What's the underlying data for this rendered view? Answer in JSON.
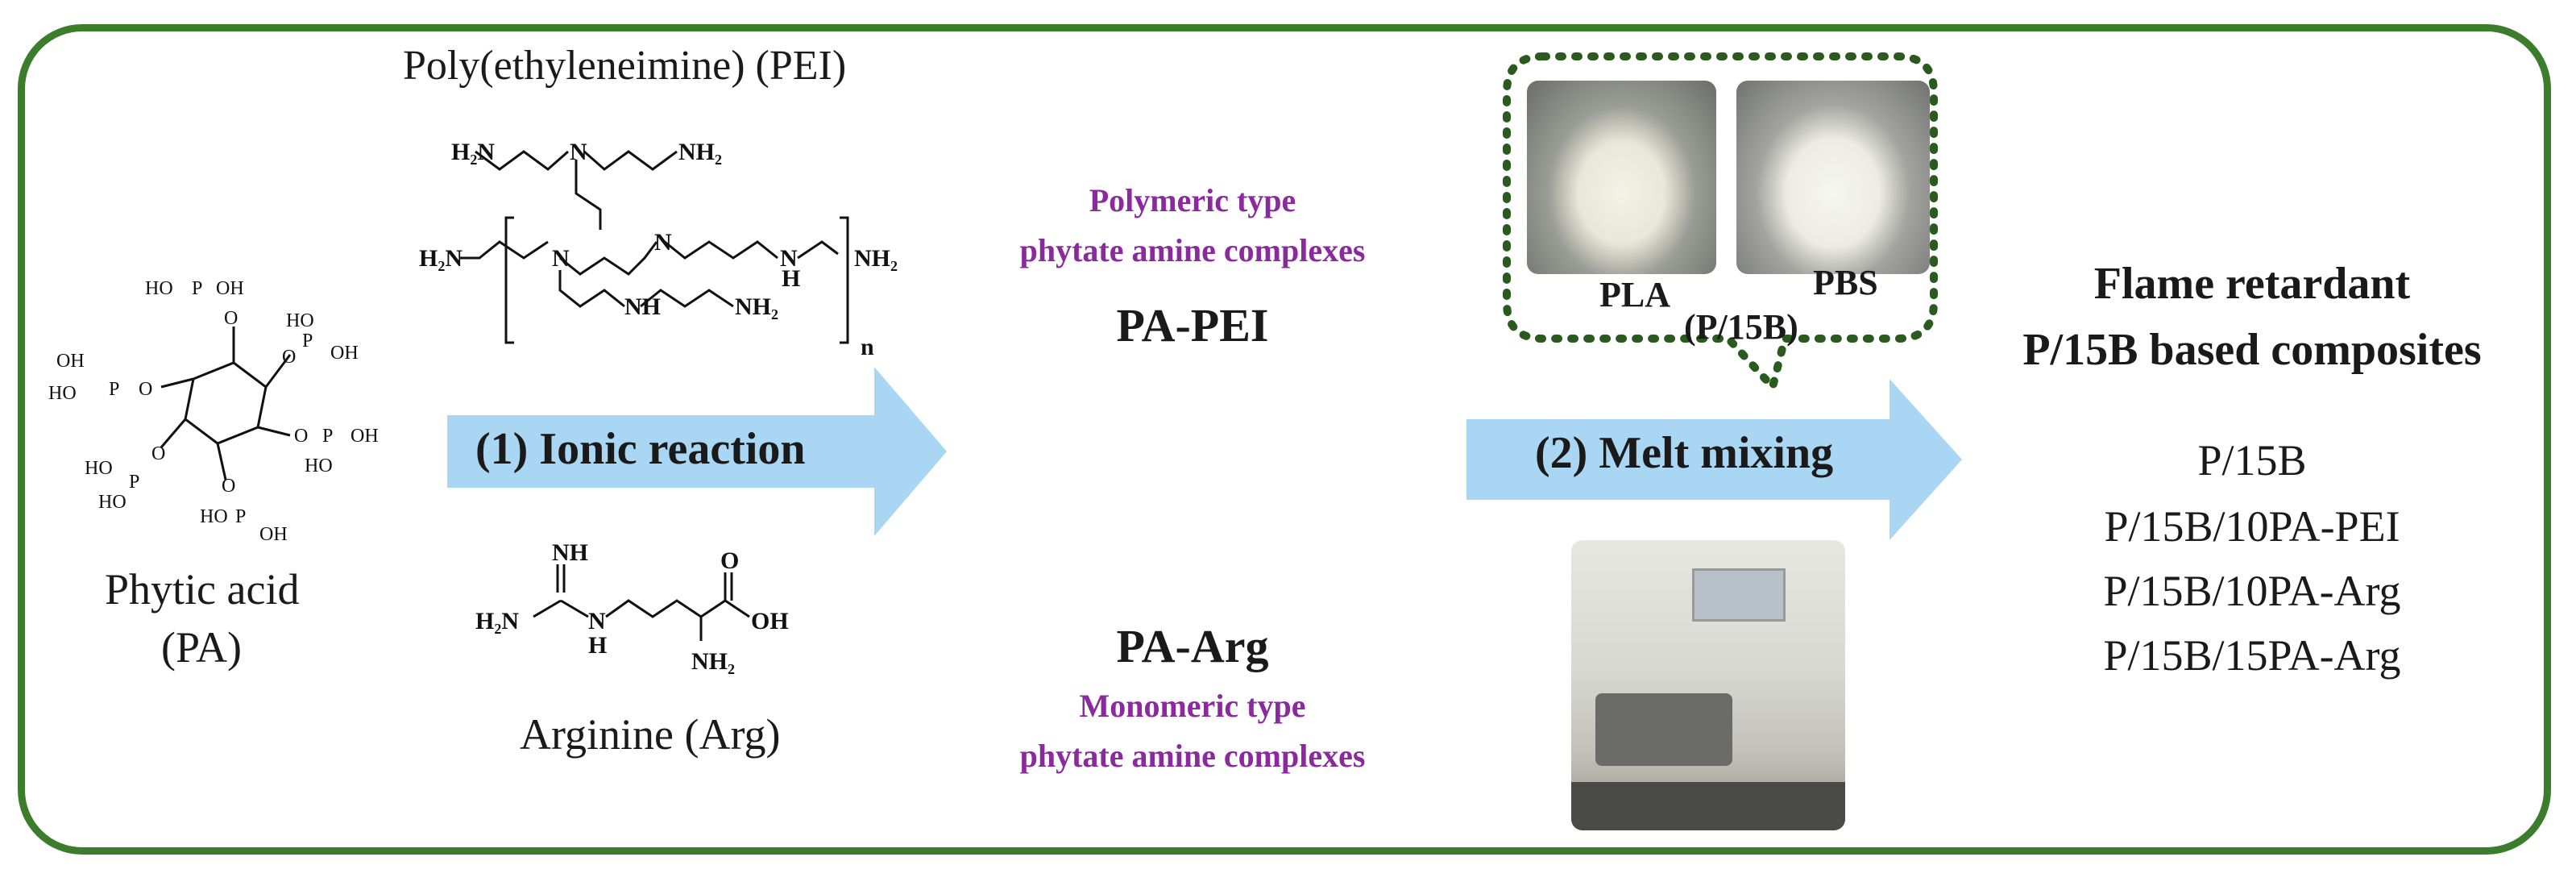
{
  "pei": {
    "title": "Poly(ethyleneimine) (PEI)",
    "label_h2n": "H₂N",
    "label_nh2": "NH₂",
    "label_n": "N",
    "label_nh": "NH",
    "label_h": "H",
    "label_sub_n": "n"
  },
  "pa": {
    "name_line1": "Phytic acid",
    "name_line2": "(PA)",
    "label_ho": "HO",
    "label_oh": "OH",
    "label_p": "P",
    "label_o": "O"
  },
  "arg": {
    "name": "Arginine (Arg)",
    "label_nh": "NH",
    "label_h2n": "H₂N",
    "label_n": "N",
    "label_h": "H",
    "label_nh2": "NH₂",
    "label_o": "O",
    "label_oh": "OH"
  },
  "arrow1": {
    "label": "(1) Ionic reaction",
    "color": "#a9d6f2"
  },
  "complex_polymeric": {
    "type_line1": "Polymeric type",
    "type_line2": "phytate amine complexes",
    "name": "PA-PEI"
  },
  "complex_monomeric": {
    "name": "PA-Arg",
    "type_line1": "Monomeric type",
    "type_line2": "phytate amine complexes"
  },
  "bubble": {
    "pla": "PLA",
    "pbs": "PBS",
    "blend": "(P/15B)"
  },
  "arrow2": {
    "label": "(2) Melt mixing",
    "color": "#a9d6f2"
  },
  "result": {
    "title_line1": "Flame retardant",
    "title_line2": "P/15B based composites",
    "items": [
      "P/15B",
      "P/15B/10PA-PEI",
      "P/15B/10PA-Arg",
      "P/15B/15PA-Arg"
    ]
  },
  "colors": {
    "frame": "#3b7d2b",
    "purple": "#8a2a9e",
    "bubble_border": "#2a5a1e",
    "arrow": "#a9d6f2"
  }
}
